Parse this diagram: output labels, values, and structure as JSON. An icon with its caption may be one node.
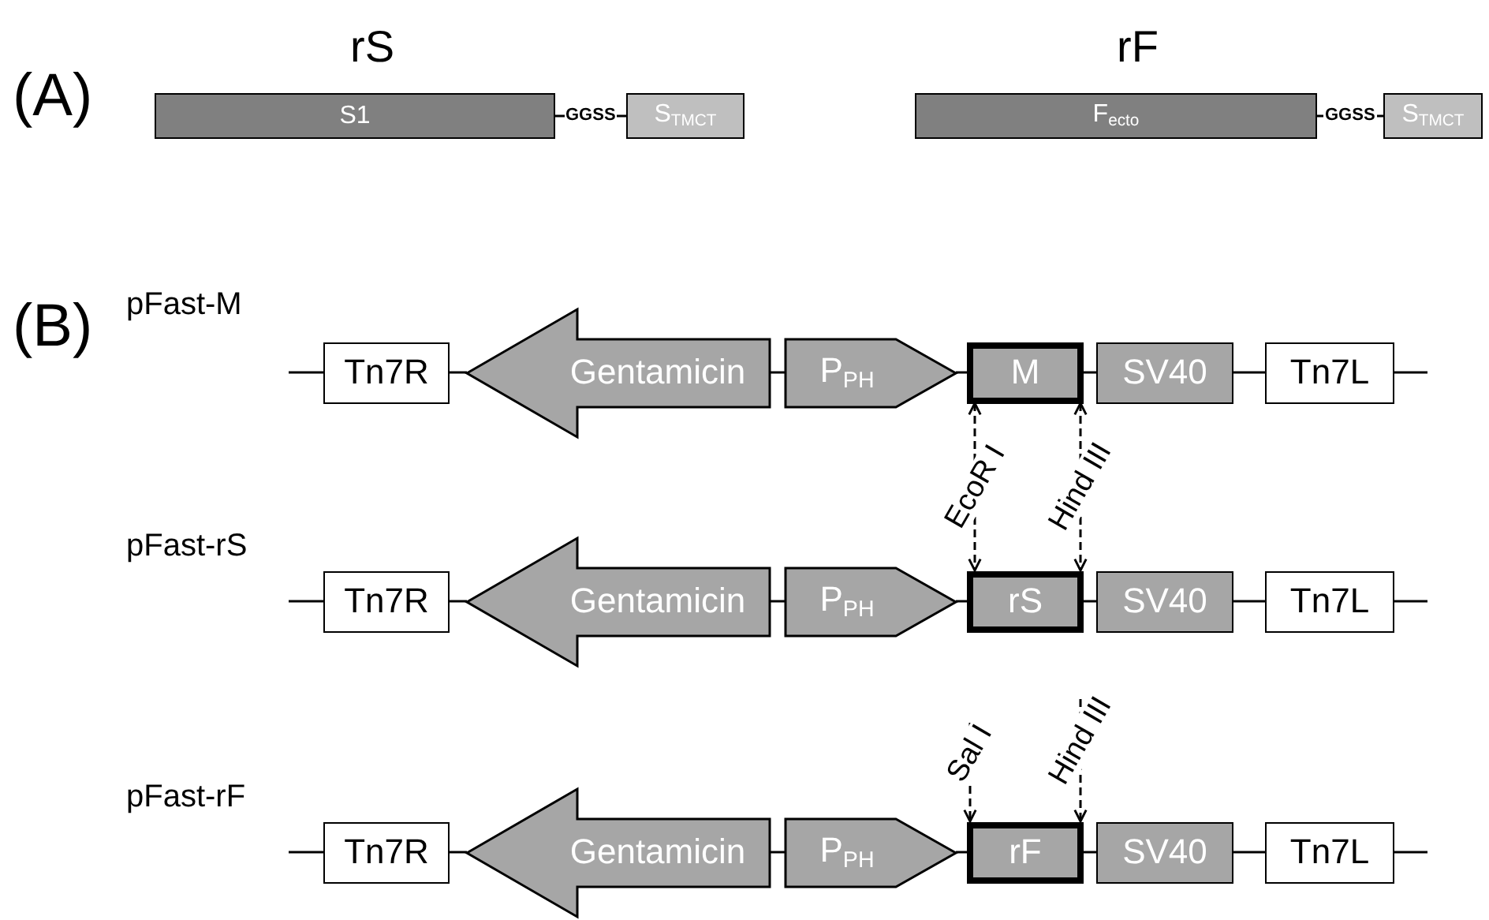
{
  "diagram": {
    "nodes": [
      {
        "text": [
          "S1"
        ]
      },
      {
        "text": [
          "S$_{TMCT}$"
        ]
      },
      {
        "text": [
          "F$_{ecto}$"
        ]
      },
      {
        "text": [
          "S$_{TMCT}$"
        ]
      },
      {
        "text": [
          "Tn7R"
        ]
      },
      {
        "text": [
          "Gentamicin"
        ]
      },
      {
        "text": [
          "P$_{PH}$"
        ]
      },
      {
        "text": [
          "M"
        ]
      },
      {
        "text": [
          "SV40"
        ]
      },
      {
        "text": [
          "Tn7L"
        ]
      },
      {
        "text": [
          "Tn7R"
        ]
      },
      {
        "text": [
          "Gentamicin"
        ]
      },
      {
        "text": [
          "P$_{PH}$"
        ]
      },
      {
        "text": [
          "rS"
        ]
      },
      {
        "text": [
          "SV40"
        ]
      },
      {
        "text": [
          "Tn7L"
        ]
      },
      {
        "text": [
          "Tn7R"
        ]
      },
      {
        "text": [
          "Gentamicin"
        ]
      },
      {
        "text": [
          "P$_{PH}$"
        ]
      },
      {
        "text": [
          "rF"
        ]
      },
      {
        "text": [
          "SV40"
        ]
      },
      {
        "text": [
          "Tn7L"
        ]
      }
    ],
    "edges": [
      {
        "from": 0,
        "to": 1,
        "arrow": "none",
        "label": "GGSS"
      },
      {
        "from": 2,
        "to": 3,
        "arrow": "none",
        "label": "GGSS"
      },
      {
        "from": null,
        "to": 4,
        "arrow": "none"
      },
      {
        "from": 4,
        "to": 5,
        "arrow": "none"
      },
      {
        "from": 5,
        "to": 6,
        "arrow": "none"
      },
      {
        "from": 6,
        "to": 7,
        "arrow": "none"
      },
      {
        "from": 7,
        "to": 8,
        "arrow": "none"
      },
      {
        "from": 8,
        "to": 9,
        "arrow": "none"
      },
      {
        "from": 9,
        "to": null,
        "arrow": "none"
      },
      {
        "from": null,
        "to": 10,
        "arrow": "none"
      },
      {
        "from": 10,
        "to": 11,
        "arrow": "none"
      },
      {
        "from": 11,
        "to": 12,
        "arrow": "none"
      },
      {
        "from": 12,
        "to": 13,
        "arrow": "none"
      },
      {
        "from": 13,
        "to": 14,
        "arrow": "none"
      },
      {
        "from": 14,
        "to": 15,
        "arrow": "none"
      },
      {
        "from": 15,
        "to": null,
        "arrow": "none"
      },
      {
        "from": null,
        "to": 16,
        "arrow": "none"
      },
      {
        "from": 16,
        "to": 17,
        "arrow": "none"
      },
      {
        "from": 17,
        "to": 18,
        "arrow": "none"
      },
      {
        "from": 18,
        "to": 19,
        "arrow": "none"
      },
      {
        "from": 19,
        "to": 20,
        "arrow": "none"
      },
      {
        "from": 20,
        "to": 21,
        "arrow": "none"
      },
      {
        "from": 21,
        "to": null,
        "arrow": "none"
      },
      {
        "from": 7,
        "to": 13,
        "arrow": "both",
        "style": "dashed",
        "label": "EcoR I"
      },
      {
        "from": 7,
        "to": 13,
        "arrow": "both",
        "style": "dashed",
        "label": "Hind III"
      },
      {
        "from": null,
        "to": 19,
        "arrow": "to",
        "style": "dashed",
        "label": "Sal I"
      },
      {
        "from": null,
        "to": 19,
        "arrow": "to",
        "style": "dashed",
        "label": "Hind III"
      }
    ],
    "labels": [
      "(A)",
      "rS",
      "rF",
      "(B)",
      "pFast-M",
      "pFast-rS",
      "pFast-rF"
    ]
  }
}
